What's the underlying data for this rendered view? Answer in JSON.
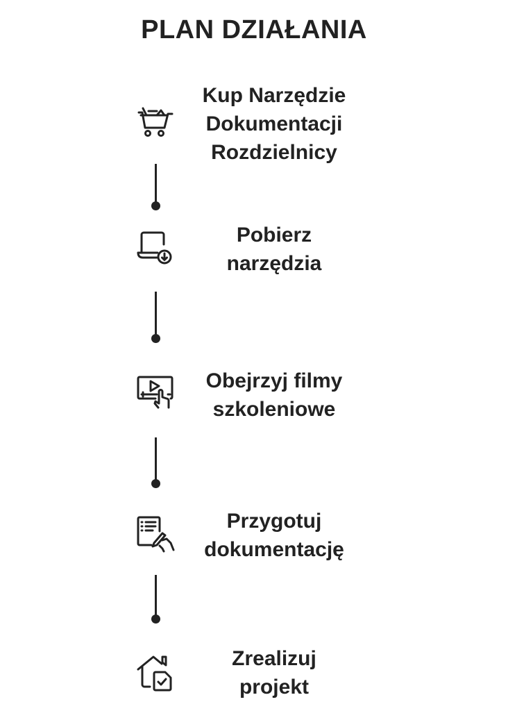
{
  "title": "PLAN DZIAŁANIA",
  "steps": [
    {
      "icon": "shopping-cart-icon",
      "lines": [
        "Kup Narzędzie",
        "Dokumentacji",
        "Rozdzielnicy"
      ]
    },
    {
      "icon": "laptop-download-icon",
      "lines": [
        "Pobierz",
        "narzędzia"
      ]
    },
    {
      "icon": "video-touch-icon",
      "lines": [
        "Obejrzyj filmy",
        "szkoleniowe"
      ]
    },
    {
      "icon": "document-write-icon",
      "lines": [
        "Przygotuj",
        "dokumentację"
      ]
    },
    {
      "icon": "house-check-icon",
      "lines": [
        "Zrealizuj",
        "projekt"
      ]
    }
  ]
}
